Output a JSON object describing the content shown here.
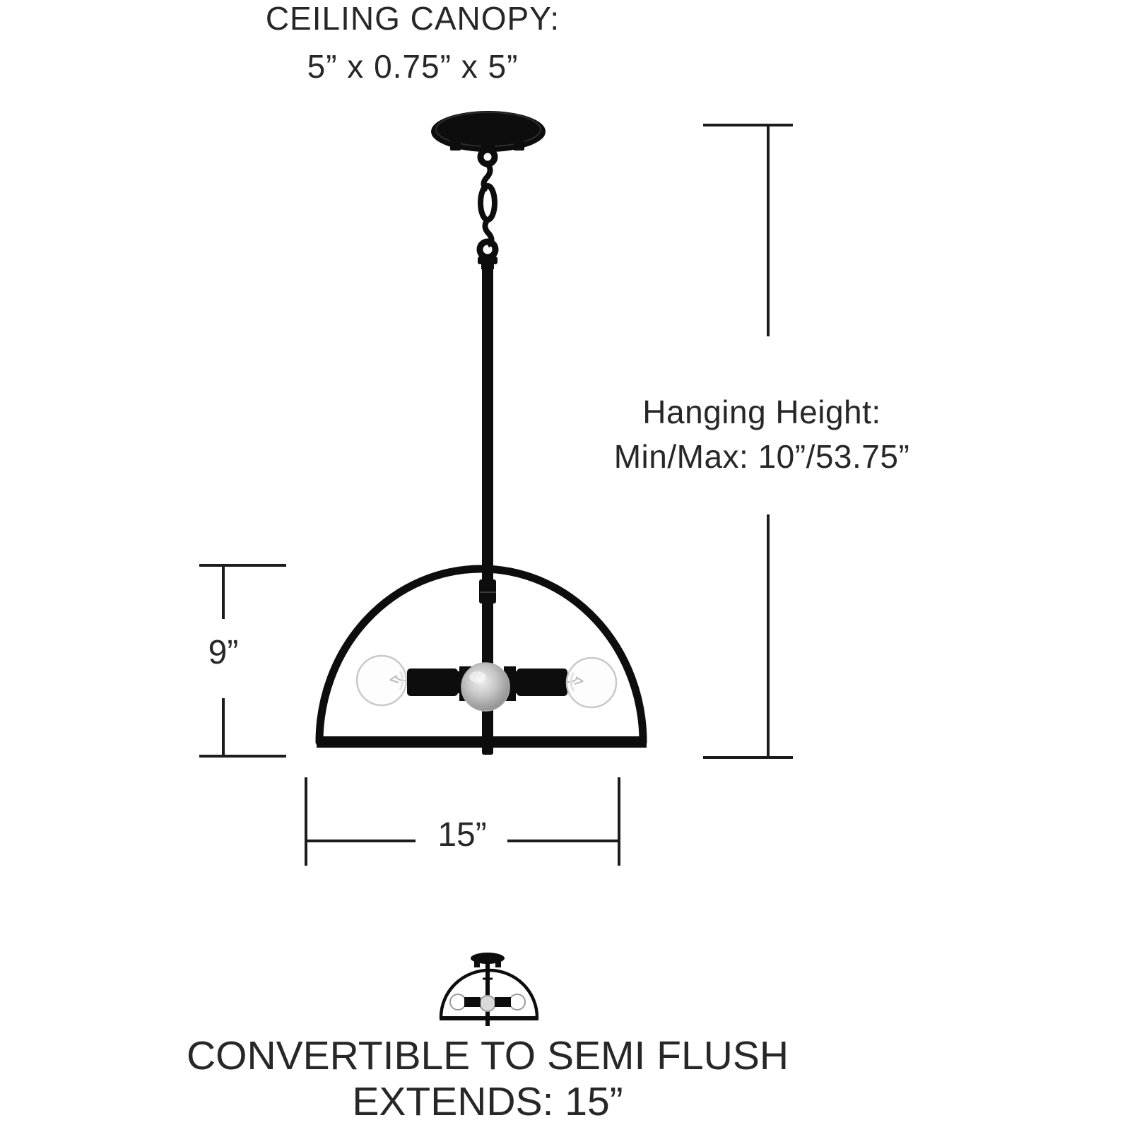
{
  "diagram": {
    "product": "3-light dome pendant dimension diagram",
    "canopy_label": {
      "line1": "CEILING CANOPY:",
      "line2": "5” x 0.75” x 5”"
    },
    "hanging_height_label": {
      "line1": "Hanging Height:",
      "line2": "Min/Max: 10”/53.75”"
    },
    "shade_height_label": "9”",
    "shade_width_label": "15”",
    "convertible_label": {
      "line1": "CONVERTIBLE TO SEMI FLUSH",
      "line2": "EXTENDS: 15”"
    },
    "colors": {
      "background": "#ffffff",
      "fixture_black": "#0d0d0d",
      "dimension_line": "#1c1c1c",
      "text": "#272727",
      "bulb_outline": "#c9c9c9",
      "bulb_fill": "#fdfdfd",
      "center_bulb_glass": "#a8a8a8"
    },
    "icons": [
      "pendant-fixture-drawing",
      "semi-flush-fixture-icon"
    ]
  }
}
